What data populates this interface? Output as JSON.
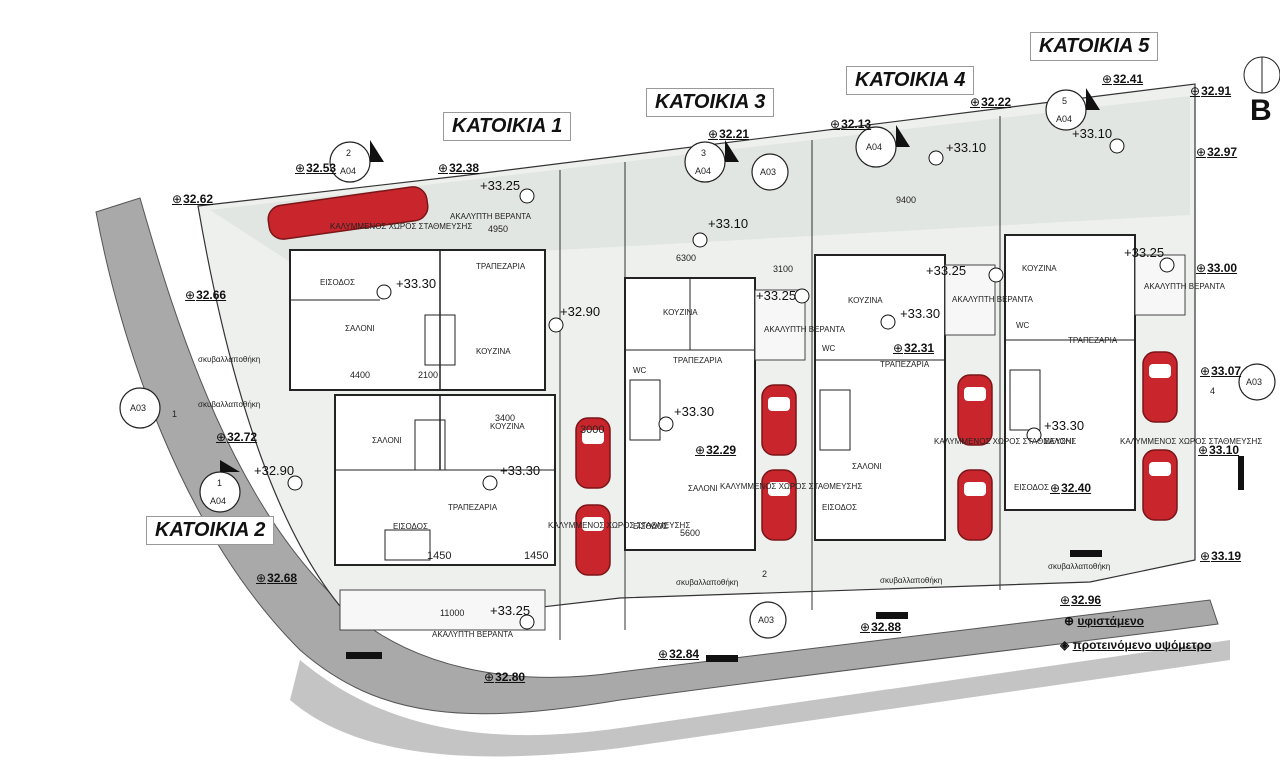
{
  "titles": {
    "h1": "ΚΑΤΟΙΚΙΑ 1",
    "h2": "ΚΑΤΟΙΚΙΑ 2",
    "h3": "ΚΑΤΟΙΚΙΑ 3",
    "h4": "ΚΑΤΟΙΚΙΑ 4",
    "h5": "ΚΑΤΟΙΚΙΑ 5"
  },
  "levels": {
    "l3253": "32.53",
    "l3238": "32.38",
    "l3262": "32.62",
    "l3266": "32.66",
    "l3272": "32.72",
    "l3268": "32.68",
    "l3280": "32.80",
    "l3284": "32.84",
    "l3288": "32.88",
    "l3296": "32.96",
    "l3319": "33.19",
    "l3310b": "33.10",
    "l3307": "33.07",
    "l3300b": "33.00",
    "l3297": "32.97",
    "l3291": "32.91",
    "l3241": "32.41",
    "l3222": "32.22",
    "l3213": "32.13",
    "l3221": "32.21",
    "l3231": "32.31",
    "l3229": "32.29",
    "l3240": "32.40"
  },
  "proposed_levels": {
    "p1": "+33.25",
    "p2": "+33.30",
    "p3": "+32.90",
    "p4": "+32.90",
    "p5": "+33.30",
    "p6": "+33.25",
    "p7": "+33.10",
    "p8": "+33.25",
    "p9": "+33.30",
    "p10": "+33.10",
    "p11": "+33.25",
    "p12": "+33.30",
    "p13": "+33.10",
    "p14": "+33.25",
    "p15": "+33.30"
  },
  "rooms": {
    "covered_parking": "ΚΑΛΥΜΜΕΝΟΣ ΧΩΡΟΣ ΣΤΑΘΜΕΥΣΗΣ",
    "open_veranda": "ΑΚΑΛΥΠΤΗ ΒΕΡΑΝΤΑ",
    "entrance": "ΕΙΣΟΔΟΣ",
    "dining": "ΤΡΑΠΕΖΑΡΙΑ",
    "living": "ΣΑΛΟΝΙ",
    "kitchen": "ΚΟΥΖΙΝΑ",
    "bins": "σκυβαλλαποθήκη",
    "wc": "WC"
  },
  "dims": {
    "d1450a": "1450",
    "d1450b": "1450",
    "d3000": "3000",
    "d4400": "4400",
    "d2100": "2100",
    "d5600": "5600",
    "d3400": "3400",
    "d6300": "6300",
    "d9400": "9400",
    "d3100": "3100",
    "d4950": "4950",
    "d11000": "11000"
  },
  "section_refs": {
    "s1": "2",
    "s1b": "A04",
    "s2": "3",
    "s2b": "A04",
    "s3": "A03",
    "s4": "A04",
    "s5": "5",
    "s5b": "A04",
    "s6": "A03",
    "s7": "1",
    "s8": "1",
    "s8b": "A04",
    "s9": "A03",
    "s10": "4",
    "s11": "A03",
    "s12": "2"
  },
  "legend": {
    "existing": "υφιστάμενο",
    "proposed": "προτεινόμενο υψόμετρο"
  },
  "sheet_mark": "B",
  "colors": {
    "road": "#a9a9a9",
    "stipple": "#e9ece9",
    "line": "#222222",
    "car": "#c8262c"
  }
}
